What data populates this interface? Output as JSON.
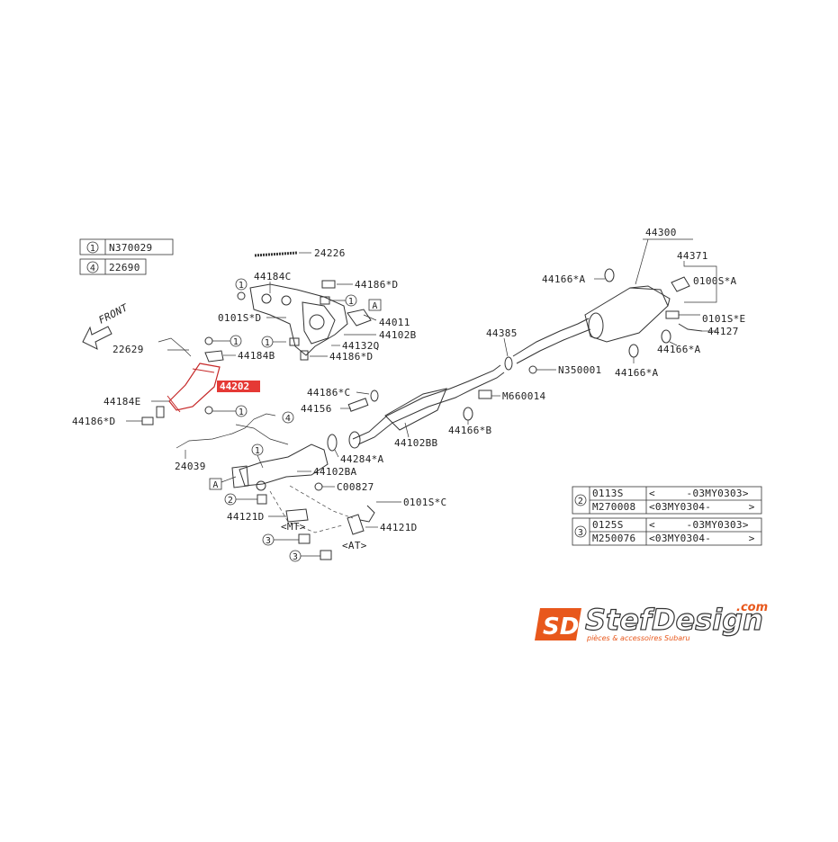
{
  "legend_top": [
    {
      "num": "1",
      "code": "N370029"
    },
    {
      "num": "4",
      "code": "22690"
    }
  ],
  "front_label": "FRONT",
  "highlight_label": "44202",
  "labels": {
    "p24226": "24226",
    "p44184C": "44184C",
    "p44186D_top": "44186*D",
    "p0101SD": "0101S*D",
    "p44011": "44011",
    "p44102B": "44102B",
    "p44132Q": "44132Q",
    "p44186D_mid": "44186*D",
    "p22629": "22629",
    "p44184B": "44184B",
    "p44184E": "44184E",
    "p44186D_left": "44186*D",
    "p24039": "24039",
    "p44186C": "44186*C",
    "p44156": "44156",
    "p44284A": "44284*A",
    "p44102BA": "44102BA",
    "pC00827": "C00827",
    "p44121D_mt": "44121D",
    "mt": "<MT>",
    "p0101SC": "0101S*C",
    "p44121D_at": "44121D",
    "at": "<AT>",
    "p44102BB": "44102BB",
    "p44166B": "44166*B",
    "pM660014": "M660014",
    "p44385": "44385",
    "pN350001": "N350001",
    "p44166A_low": "44166*A",
    "p44300": "44300",
    "p44371": "44371",
    "p44166A_top": "44166*A",
    "p0100SA": "0100S*A",
    "p0101SE": "0101S*E",
    "p44127": "44127",
    "p44166A_right": "44166*A"
  },
  "ref_A": "A",
  "callout_nums": {
    "one": "1",
    "two": "2",
    "three": "3",
    "four": "4"
  },
  "table2": {
    "num": "2",
    "rows": [
      {
        "code": "0113S",
        "range": "<     -03MY0303>"
      },
      {
        "code": "M270008",
        "range": "<03MY0304-      >"
      }
    ]
  },
  "table3": {
    "num": "3",
    "rows": [
      {
        "code": "0125S",
        "range": "<     -03MY0303>"
      },
      {
        "code": "M250076",
        "range": "<03MY0304-      >"
      }
    ]
  },
  "logo": {
    "main": "StefDesign",
    "dotcom": ".com",
    "tagline": "pièces & accessoires Subaru",
    "mark": "SD",
    "color_orange": "#e8581c",
    "color_dark": "#333333"
  }
}
